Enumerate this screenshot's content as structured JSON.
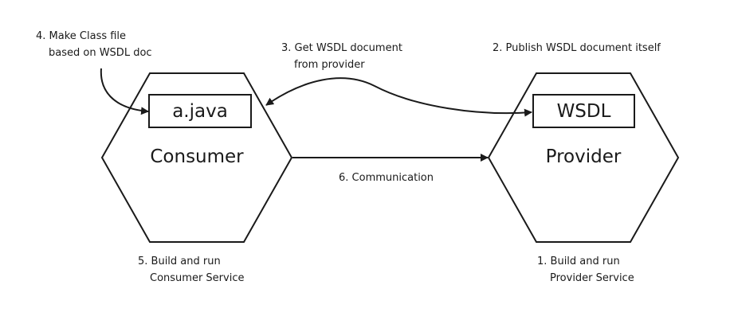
{
  "consumer": {
    "name": "Consumer",
    "file_label": "a.java"
  },
  "provider": {
    "name": "Provider",
    "file_label": "WSDL"
  },
  "steps": {
    "step1": [
      "1. Build and run",
      "Provider Service"
    ],
    "step2": "2. Publish WSDL document itself",
    "step3": [
      "3. Get WSDL document",
      "from provider"
    ],
    "step4": [
      "4. Make Class file",
      "based on WSDL doc"
    ],
    "step5": [
      "5. Build and run",
      "Consumer Service"
    ],
    "step6": "6. Communication"
  },
  "colors": {
    "stroke": "#1a1a1a",
    "background": "#ffffff"
  }
}
